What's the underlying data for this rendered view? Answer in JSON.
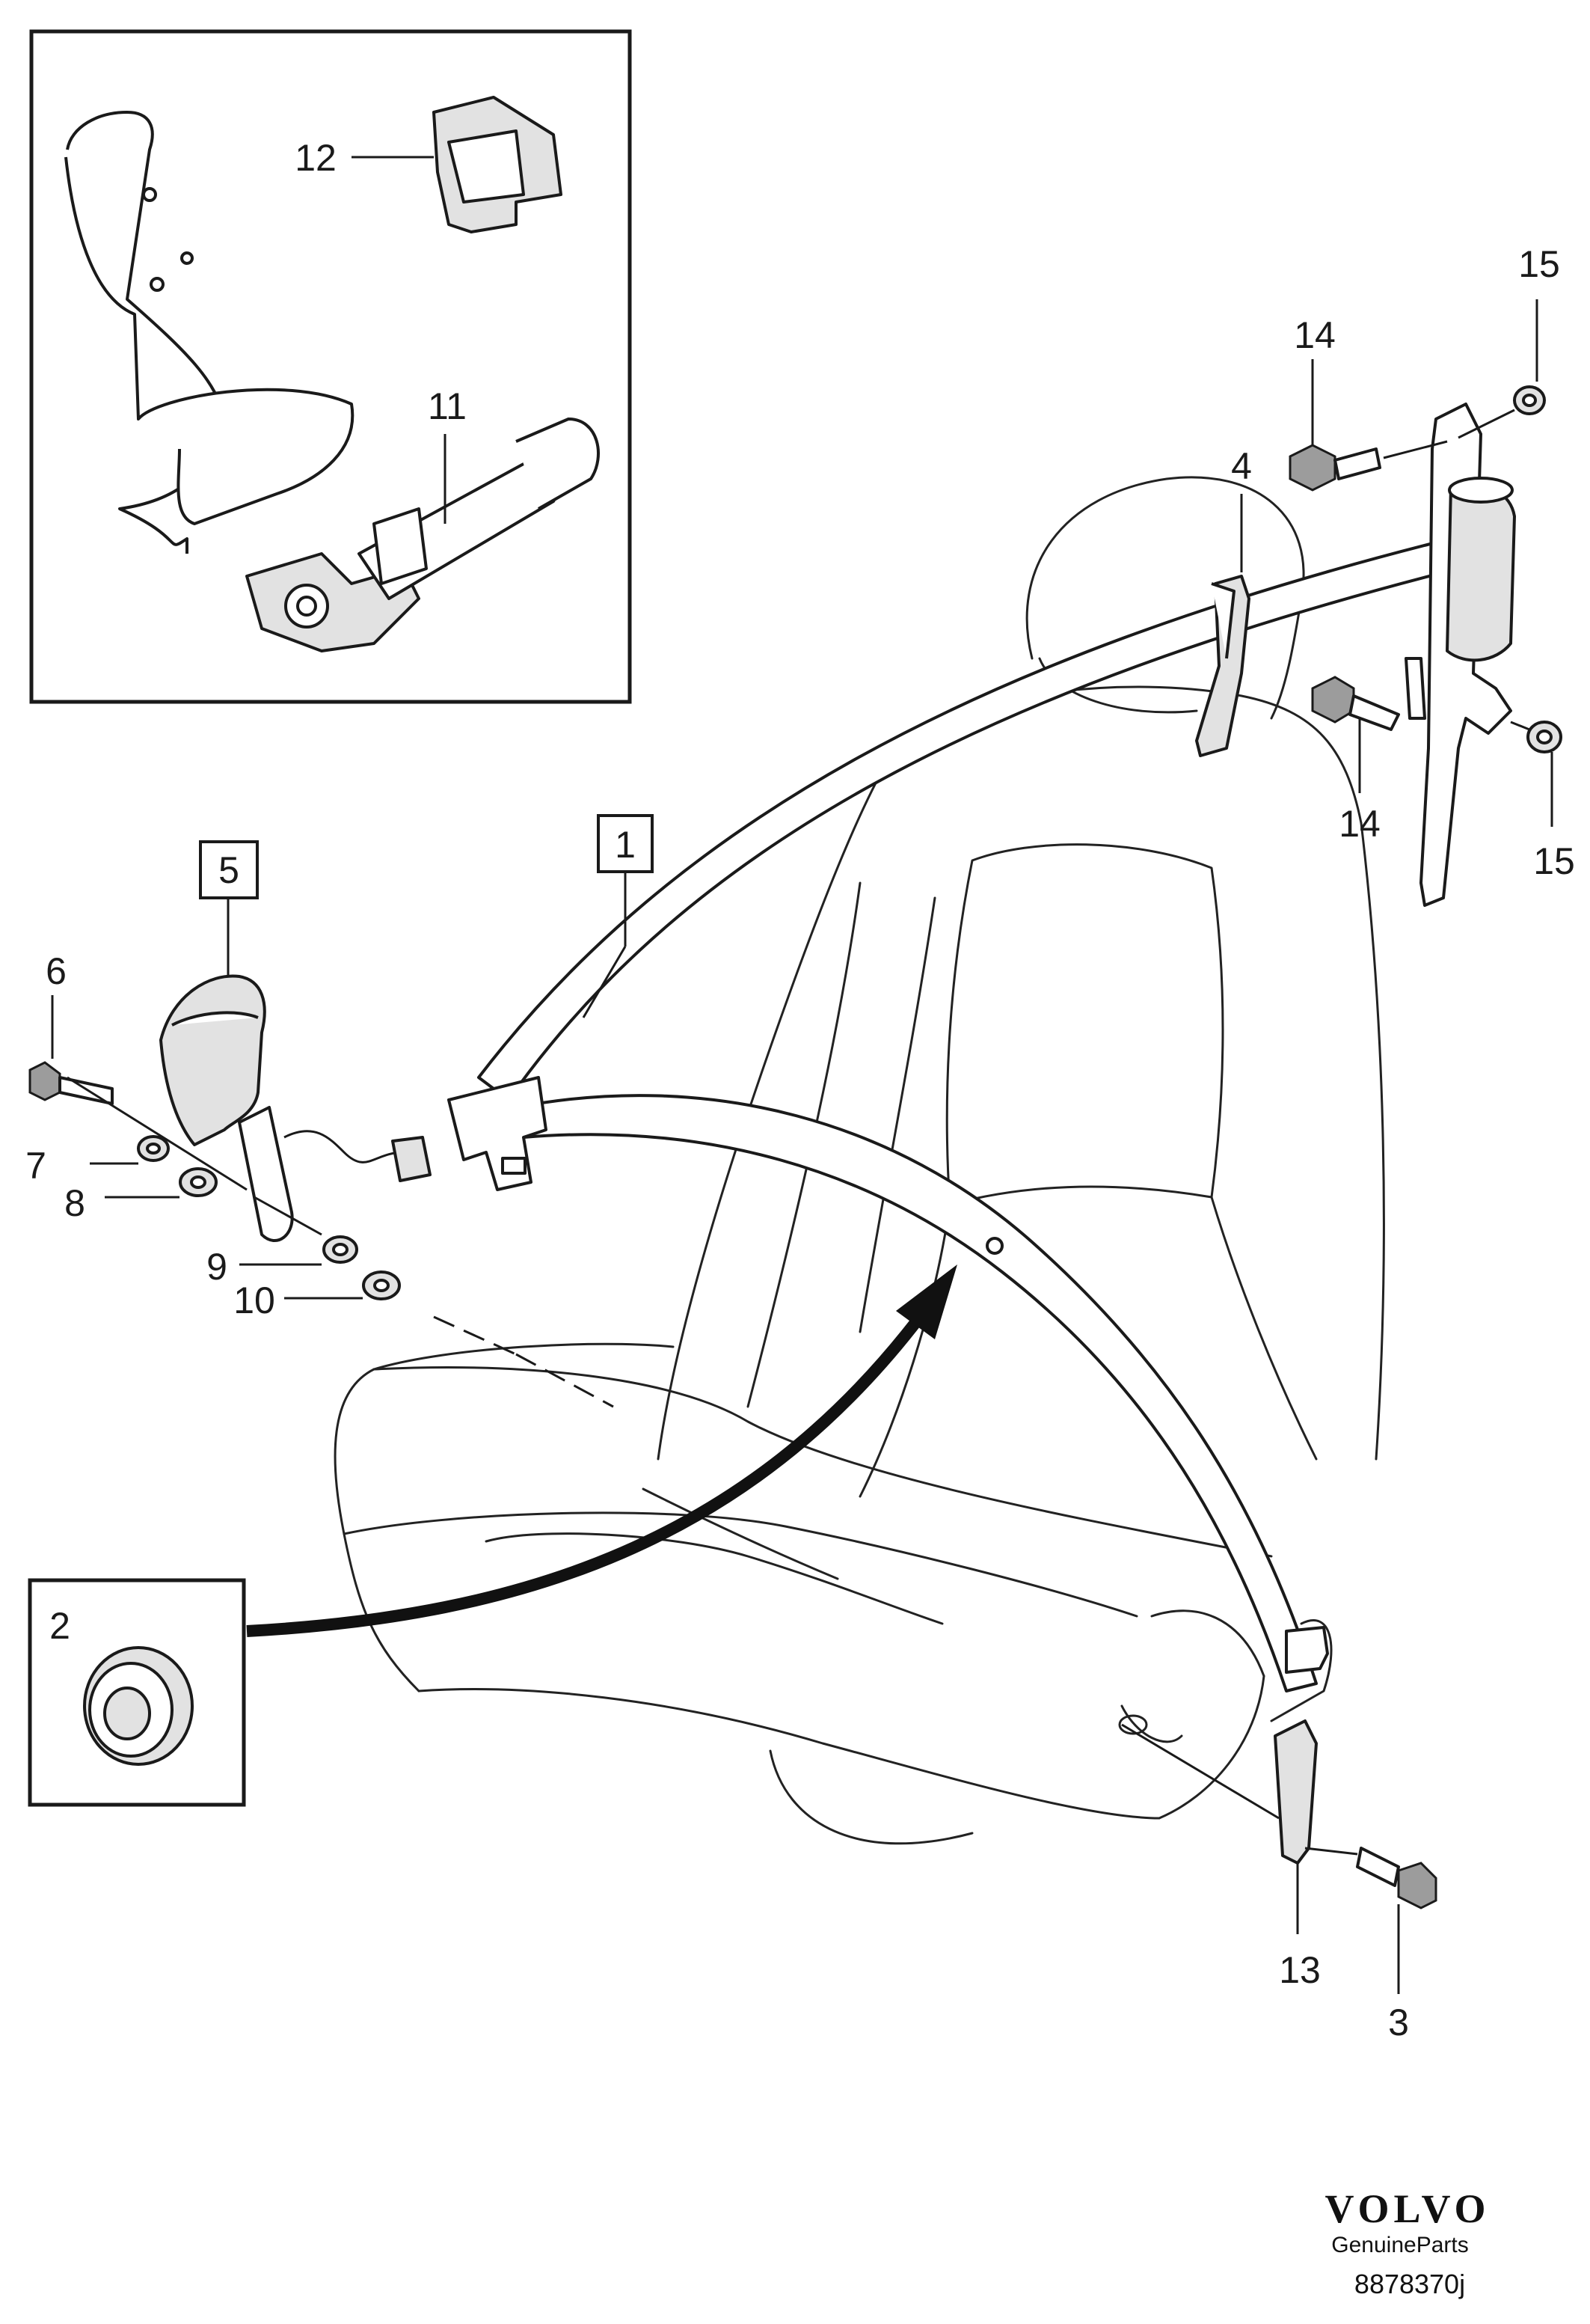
{
  "callouts": {
    "c1": "1",
    "c2": "2",
    "c3": "3",
    "c4": "4",
    "c5": "5",
    "c6": "6",
    "c7": "7",
    "c8": "8",
    "c9": "9",
    "c10": "10",
    "c11": "11",
    "c12": "12",
    "c13": "13",
    "c14a": "14",
    "c14b": "14",
    "c15a": "15",
    "c15b": "15"
  },
  "brand": {
    "logo": "VOLVO",
    "tagline": "GenuineParts",
    "reference": "8878370j"
  },
  "colors": {
    "ink": "#1a1a1a",
    "part_fill": "#e2e2e2",
    "background": "#ffffff"
  }
}
